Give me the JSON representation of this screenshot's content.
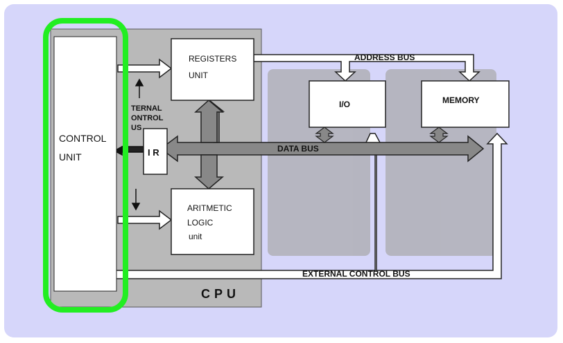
{
  "colors": {
    "frame_bg": "#d6d6fa",
    "cpu_bg": "#b9b9b9",
    "highlight": "#22ee22",
    "shadow": "#a8a8a8",
    "bus_fill": "#ffffff",
    "data_bus_fill": "#888888"
  },
  "diagram": {
    "control_unit": [
      "CONTROL",
      "UNIT"
    ],
    "registers_unit": [
      "REGISTERS",
      "UNIT"
    ],
    "alu": [
      "ARITMETIC",
      "LOGIC",
      "unit"
    ],
    "ir": "I R",
    "internal_bus": [
      "TERNAL",
      "ONTROL",
      "US"
    ],
    "io": "I/O",
    "memory": "MEMORY",
    "address_bus": "ADDRESS  BUS",
    "data_bus": "DATA BUS",
    "external_control_bus": "EXTERNAL  CONTROL  BUS",
    "cpu": "CPU"
  }
}
